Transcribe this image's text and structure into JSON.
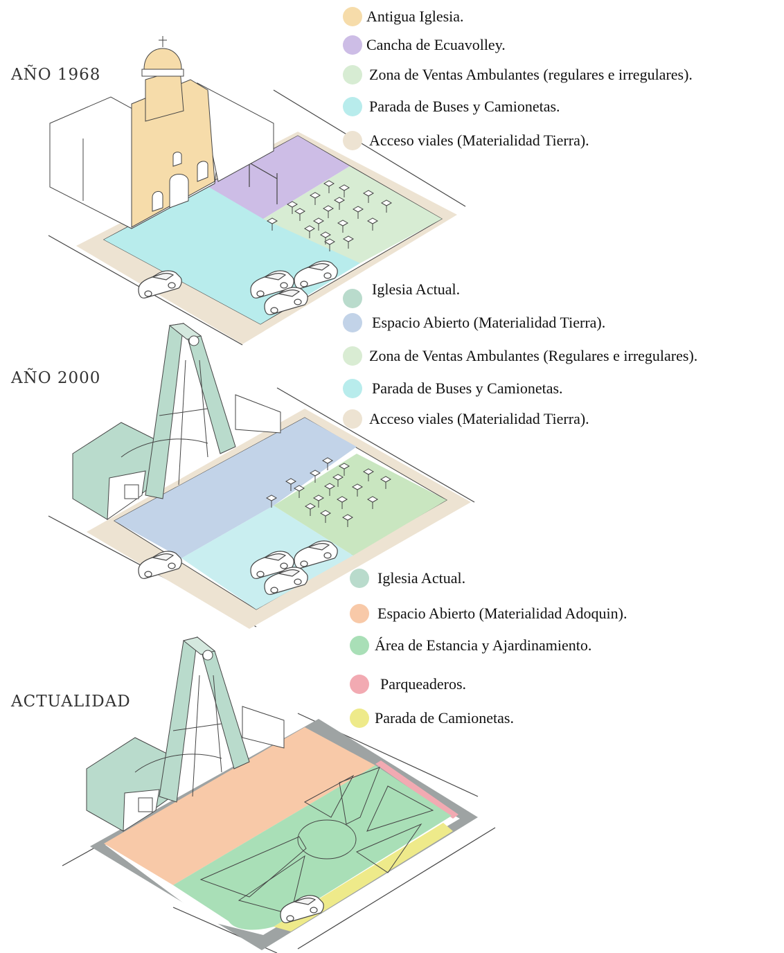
{
  "stages": [
    {
      "id": "1968",
      "label": "AÑO 1968",
      "legend": [
        {
          "text": "Antigua Iglesia.",
          "color": "#f6dcaa"
        },
        {
          "text": "Cancha de Ecuavolley.",
          "color": "#cdbde6"
        },
        {
          "text": "Zona de Ventas Ambulantes (regulares e irregulares).",
          "color": "#d7ecd3"
        },
        {
          "text": "Parada de Buses y Camionetas.",
          "color": "#b8ecec"
        },
        {
          "text": "Acceso viales (Materialidad Tierra).",
          "color": "#ede3d2"
        }
      ]
    },
    {
      "id": "2000",
      "label": "AÑO 2000",
      "legend": [
        {
          "text": "Iglesia Actual.",
          "color": "#b9dbcc"
        },
        {
          "text": "Espacio Abierto (Materialidad Tierra).",
          "color": "#c2d3e8"
        },
        {
          "text": "Zona de Ventas Ambulantes (Regulares e irregulares).",
          "color": "#d9ecd3"
        },
        {
          "text": "Parada de Buses y Camionetas.",
          "color": "#b8ecec"
        },
        {
          "text": "Acceso viales (Materialidad Tierra).",
          "color": "#ede3d2"
        }
      ]
    },
    {
      "id": "actual",
      "label": "ACTUALIDAD",
      "legend": [
        {
          "text": "Iglesia Actual.",
          "color": "#b9dbcc"
        },
        {
          "text": "Espacio Abierto (Materialidad Adoquin).",
          "color": "#f8c9a8"
        },
        {
          "text": "Área de Estancia y Ajardinamiento.",
          "color": "#a9dfb7"
        },
        {
          "text": "Parqueaderos.",
          "color": "#f2aab2"
        },
        {
          "text": "Parada de Camionetas.",
          "color": "#eeea8a"
        }
      ]
    }
  ]
}
